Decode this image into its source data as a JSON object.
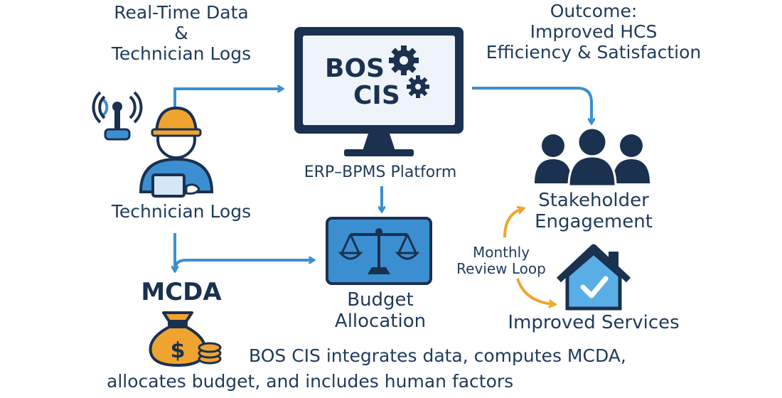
{
  "labels": {
    "top_left": [
      "Real-Time Data",
      "&",
      "Technician Logs"
    ],
    "outcome": [
      "Outcome:",
      "Improved HCS",
      "Efficiency & Satisfaction"
    ],
    "monitor_line1": "BOS",
    "monitor_line2": "CIS",
    "platform": "ERP–BPMS Platform",
    "technician": "Technician Logs",
    "mcda": "MCDA",
    "budget": [
      "Budget",
      "Allocation"
    ],
    "stakeholder": [
      "Stakeholder",
      "Engagement"
    ],
    "review_loop": [
      "Monthly",
      "Review Loop"
    ],
    "improved_services": "Improved Services",
    "money_symbol": "$",
    "summary": [
      "BOS CIS integrates data, computes MCDA,",
      "allocates budget, and includes human factors"
    ]
  },
  "colors": {
    "navy": "#1a3150",
    "blue": "#3b8fd0",
    "light_blue": "#5aaee6",
    "orange": "#f0a430",
    "screen": "#eef4fa"
  },
  "icons": [
    "antenna-icon",
    "technician-icon",
    "monitor-icon",
    "gear-icon",
    "scales-icon",
    "people-icon",
    "house-check-icon",
    "money-bag-icon",
    "coins-icon"
  ]
}
